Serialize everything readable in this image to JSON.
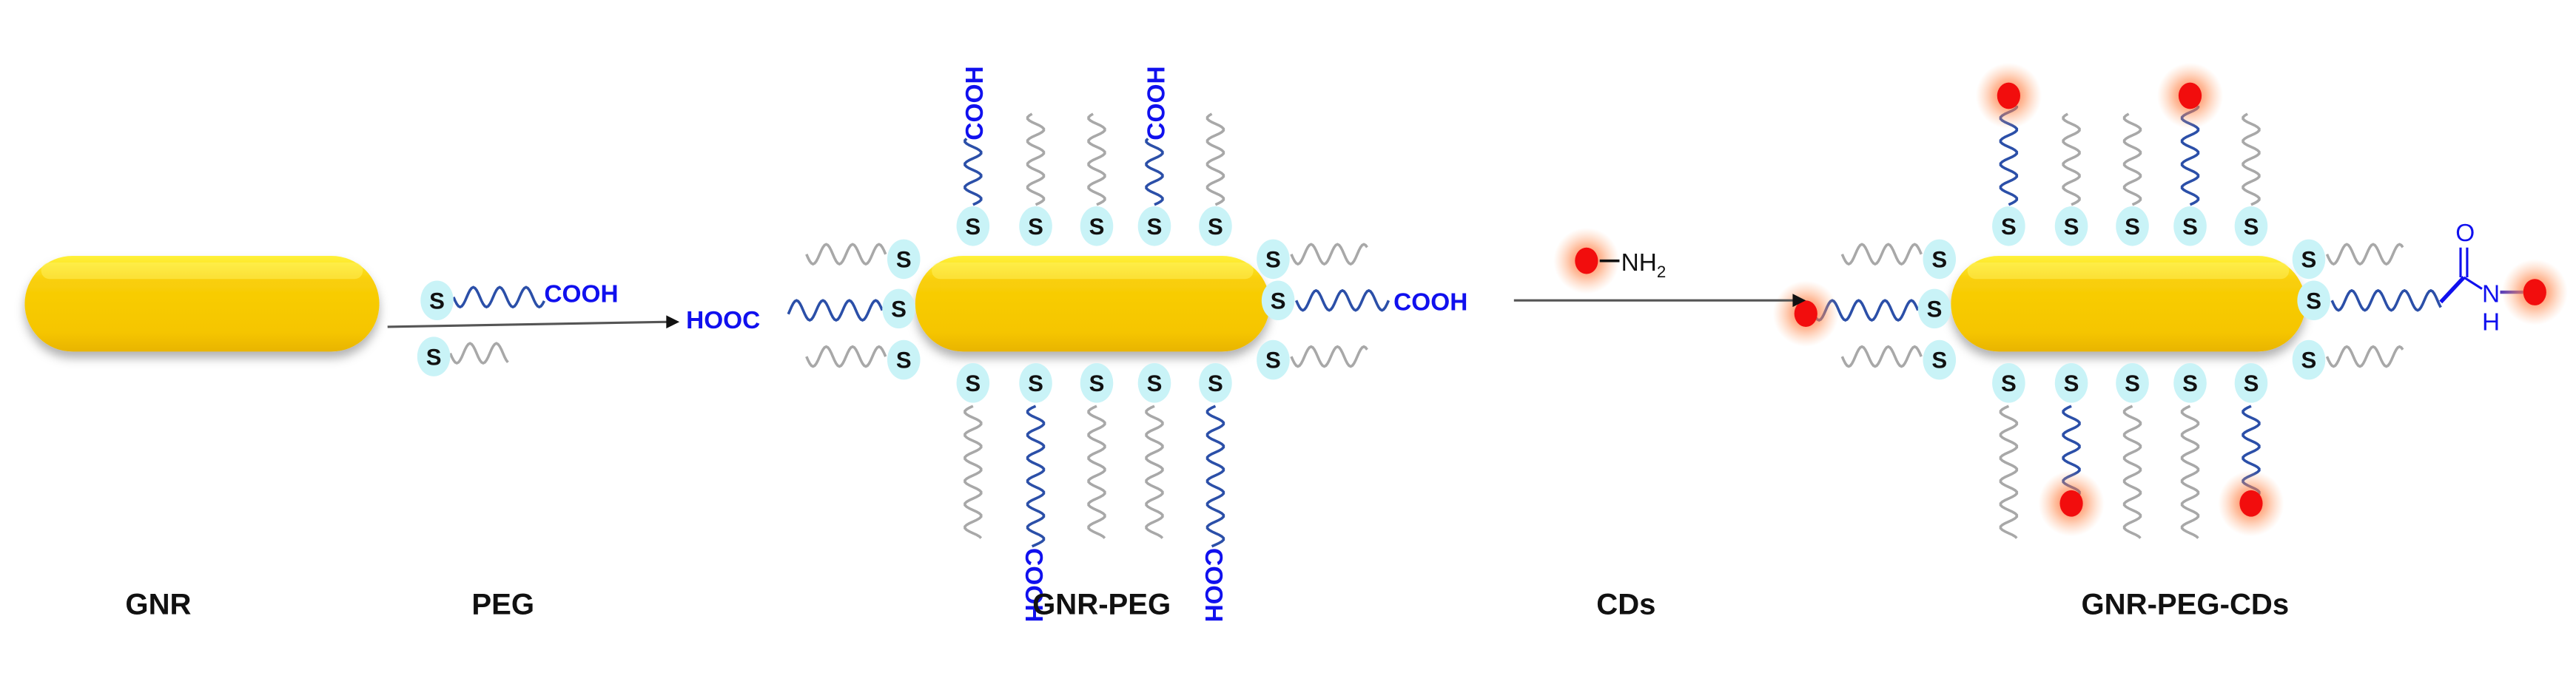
{
  "labels": {
    "gnr": "GNR",
    "peg": "PEG",
    "gnr_peg": "GNR-PEG",
    "cds": "CDs",
    "gnr_peg_cds": "GNR-PEG-CDs"
  },
  "chem": {
    "thiol": "S",
    "carboxyl": "COOH",
    "carboxyl_left": "HOOC",
    "amine": "NH",
    "amine_sub": "2",
    "oxygen": "O",
    "nitrogen": "N",
    "hydrogen": "H"
  },
  "colors": {
    "gold_light": "#FFE53A",
    "gold": "#F7C600",
    "gold_dark": "#E0AE00",
    "thiol_halo": "#C9F3F7",
    "peg_cooh": "#2B4FA8",
    "peg_plain": "#A8A8A8",
    "text_blue": "#1010EE",
    "carbon_dot": "#F20D0D",
    "carbon_glow": "#FF7A3C"
  }
}
